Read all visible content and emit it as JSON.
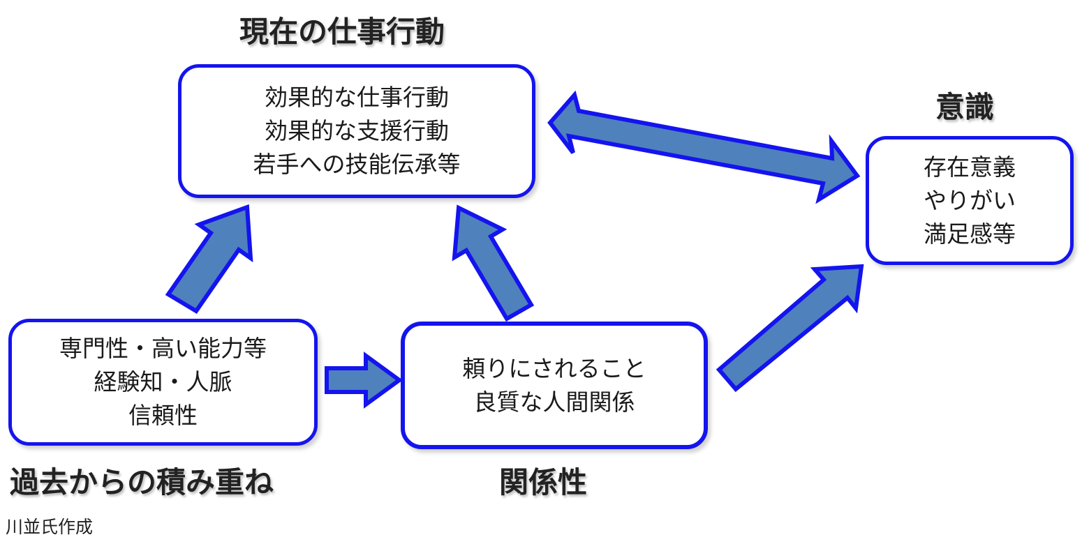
{
  "labels": {
    "current_behavior": "現在の仕事行動",
    "consciousness": "意識",
    "past_accumulation": "過去からの積み重ね",
    "relationship": "関係性"
  },
  "boxes": {
    "current_behavior": {
      "lines": [
        "効果的な仕事行動",
        "効果的な支援行動",
        "若手への技能伝承等"
      ]
    },
    "consciousness": {
      "lines": [
        "存在意義",
        "やりがい",
        "満足感等"
      ]
    },
    "past_accumulation": {
      "lines": [
        "専門性・高い能力等",
        "経験知・人脈",
        "信頼性"
      ]
    },
    "relationship": {
      "lines": [
        "頼りにされること",
        "良質な人間関係"
      ]
    }
  },
  "credit": "川並氏作成",
  "colors": {
    "box_border": "#1414ee",
    "arrow_fill": "#4f81bd",
    "arrow_stroke": "#1414ee"
  }
}
